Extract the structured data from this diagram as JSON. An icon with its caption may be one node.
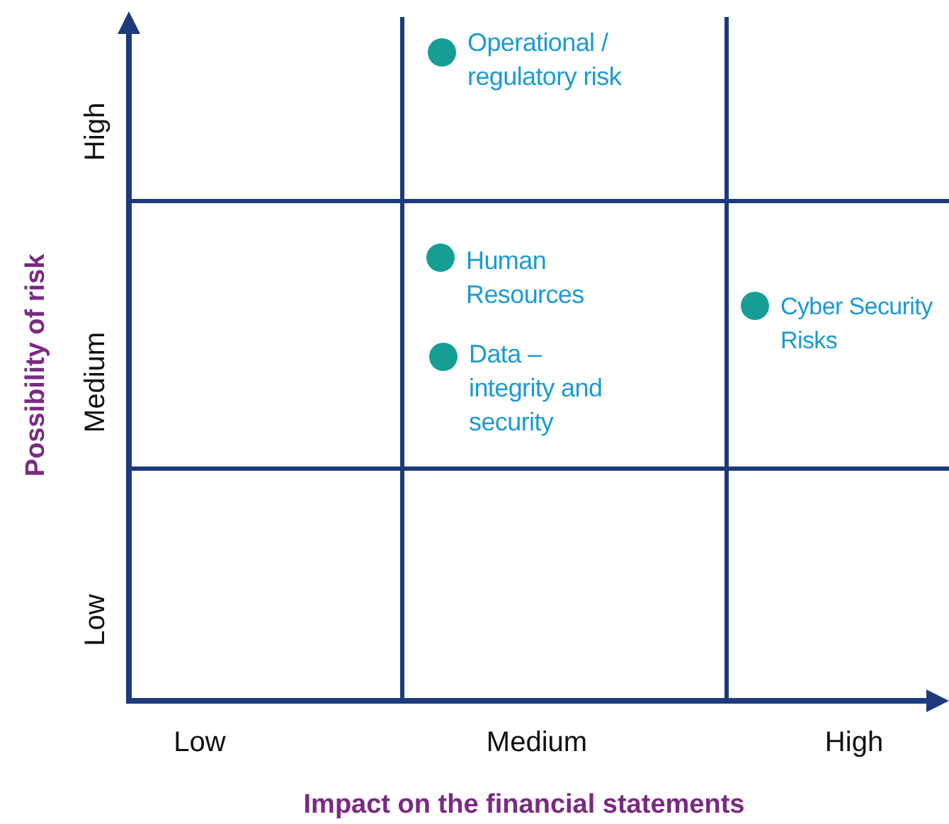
{
  "diagram": {
    "nodes": [
      {
        "text": [
          "Operational / regulatory risk"
        ]
      },
      {
        "text": [
          "Human Resources"
        ]
      },
      {
        "text": [
          "Data – integrity and security"
        ]
      },
      {
        "text": [
          "Cyber Security Risks"
        ]
      }
    ],
    "labels": [
      "High",
      "Medium",
      "Low",
      "Possibility of risk",
      "Low",
      "Medium",
      "High",
      "Impact on the financial statements"
    ]
  }
}
